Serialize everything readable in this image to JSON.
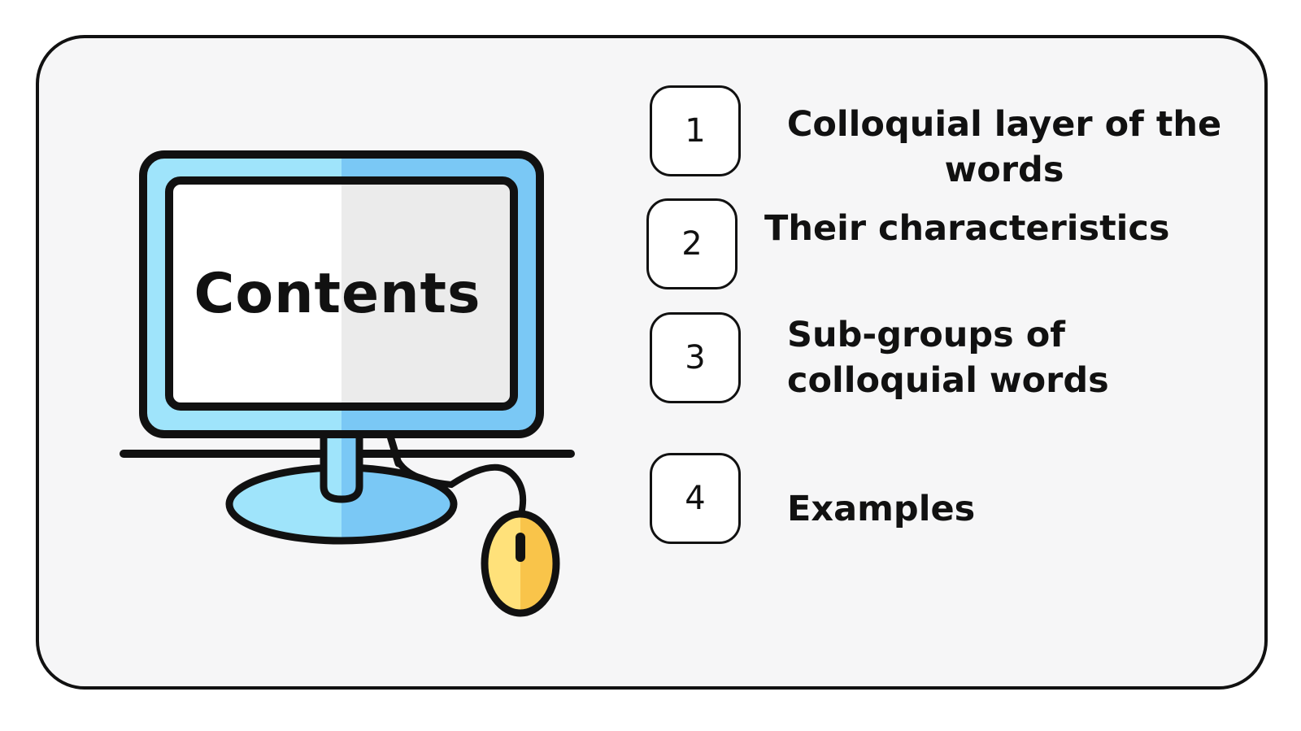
{
  "title": "Contents",
  "items": [
    {
      "number": "1",
      "text": "Colloquial layer of the words"
    },
    {
      "number": "2",
      "text": "Their characteristics"
    },
    {
      "number": "3",
      "text": "Sub-groups of colloquial words"
    },
    {
      "number": "4",
      "text": "Examples"
    }
  ],
  "colors": {
    "monitor_light": "#9fe4fb",
    "monitor_dark": "#7ac8f5",
    "mouse_light": "#ffe17a",
    "mouse_dark": "#f9c44a",
    "outline": "#111111",
    "card_bg": "#f6f6f7"
  },
  "icons": [
    "computer-monitor-icon",
    "computer-mouse-icon"
  ]
}
